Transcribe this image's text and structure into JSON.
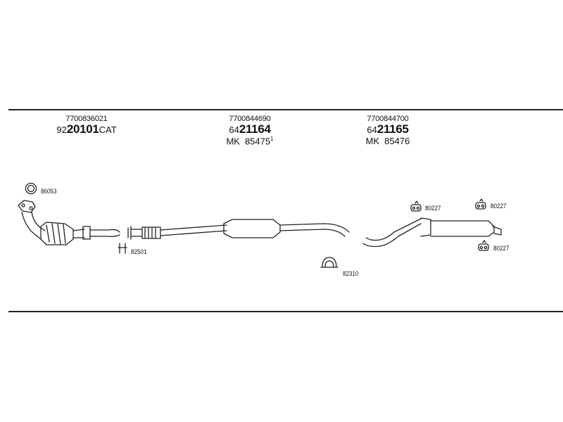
{
  "groups": [
    {
      "oe_number": "7700836021",
      "prefix": "92",
      "main": "20101",
      "suffix": "CAT",
      "mk_label": "",
      "mk_number": "",
      "mk_note": ""
    },
    {
      "oe_number": "7700844690",
      "prefix": "64",
      "main": "21164",
      "suffix": "",
      "mk_label": "MK",
      "mk_number": "85475",
      "mk_note": "1"
    },
    {
      "oe_number": "7700844700",
      "prefix": "64",
      "main": "21165",
      "suffix": "",
      "mk_label": "MK",
      "mk_number": "85476",
      "mk_note": ""
    }
  ],
  "components": {
    "gasket": "86053",
    "clamp_front": "82501",
    "clamp_mid": "82310",
    "rubber_1": "80227",
    "rubber_2": "80227",
    "rubber_3": "80227"
  }
}
